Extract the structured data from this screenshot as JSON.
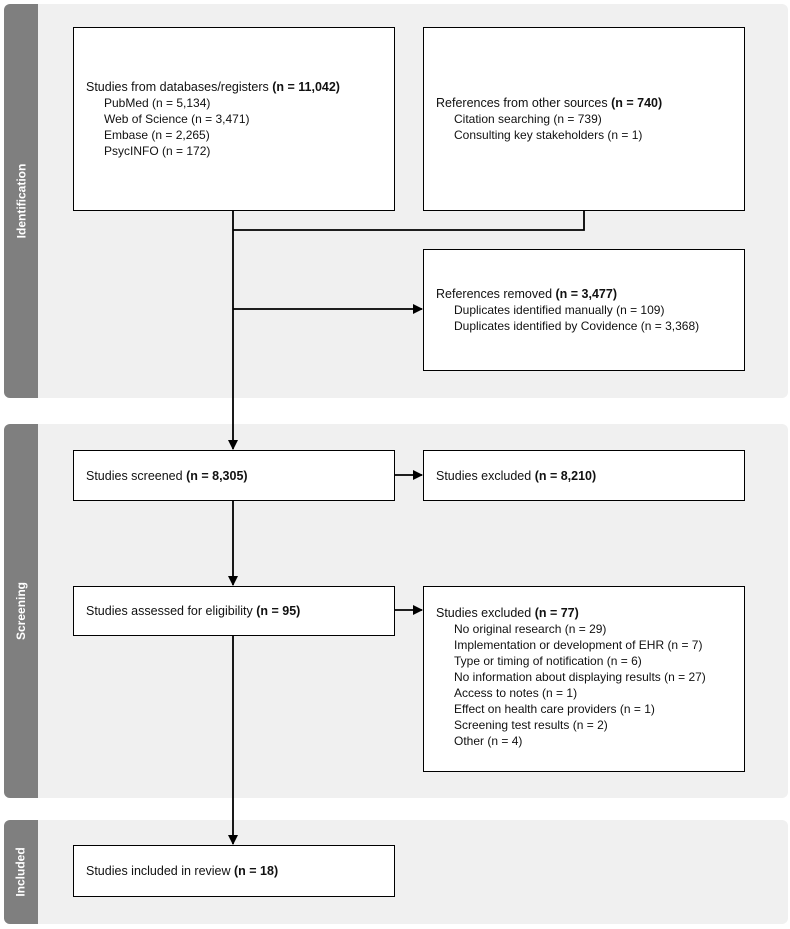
{
  "sections": {
    "identification": "Identification",
    "screening": "Screening",
    "included": "Included"
  },
  "boxes": {
    "databases": {
      "title": "Studies from databases/registers",
      "count": "(n = 11,042)",
      "items": [
        "PubMed (n = 5,134)",
        "Web of Science (n = 3,471)",
        "Embase (n = 2,265)",
        "PsycINFO (n = 172)"
      ]
    },
    "other_sources": {
      "title": "References from other sources",
      "count": "(n = 740)",
      "items": [
        "Citation searching (n = 739)",
        "Consulting key stakeholders (n = 1)"
      ]
    },
    "removed": {
      "title": "References removed",
      "count": "(n = 3,477)",
      "items": [
        "Duplicates identified manually (n = 109)",
        "Duplicates identified by Covidence (n = 3,368)"
      ]
    },
    "screened": {
      "title": "Studies screened",
      "count": "(n = 8,305)"
    },
    "excluded_screening": {
      "title": "Studies excluded",
      "count": "(n = 8,210)"
    },
    "eligibility": {
      "title": "Studies assessed for eligibility",
      "count": "(n = 95)"
    },
    "excluded_eligibility": {
      "title": "Studies excluded",
      "count": "(n = 77)",
      "items": [
        "No original research (n = 29)",
        "Implementation or development of EHR (n = 7)",
        "Type or timing of notification (n = 6)",
        "No information about displaying results (n = 27)",
        "Access to notes (n = 1)",
        "Effect on health care providers (n = 1)",
        "Screening test results (n = 2)",
        "Other (n = 4)"
      ]
    },
    "included": {
      "title": "Studies included in review",
      "count": "(n = 18)"
    }
  }
}
